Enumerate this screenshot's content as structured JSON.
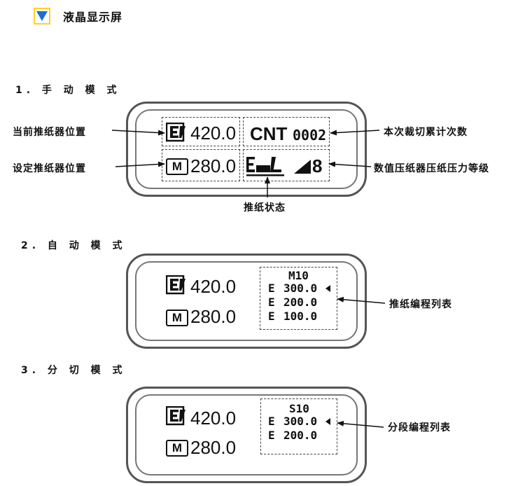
{
  "header": {
    "title": "液晶显示屏",
    "accent": "#1a6fd0",
    "highlight": "#ffd21f"
  },
  "sections": {
    "manual": {
      "title": "1. 手 动 模 式",
      "pusher_position": "420.0",
      "set_position": "280.0",
      "cnt_label": "CNT",
      "cnt_value": "0002",
      "pressure_level": "8",
      "labels": {
        "current_pusher": "当前推纸器位置",
        "set_pusher": "设定推纸器位置",
        "cut_count": "本次裁切累计次数",
        "pressure_level": "数值压纸器压纸压力等级",
        "pusher_state": "推纸状态"
      }
    },
    "auto": {
      "title": "2. 自 动 模 式",
      "pusher_position": "420.0",
      "set_position": "280.0",
      "program": "M10",
      "rows": [
        "300.0",
        "200.0",
        "100.0"
      ],
      "list_label": "推纸编程列表"
    },
    "split": {
      "title": "3. 分 切 模 式",
      "pusher_position": "420.0",
      "set_position": "280.0",
      "program": "S10",
      "rows": [
        "300.0",
        "200.0"
      ],
      "list_label": "分段编程列表"
    }
  },
  "badge_letter": "M",
  "row_prefix": "E",
  "icons": [
    "dropdown-triangle-icon",
    "pusher-position-icon",
    "pusher-state-icon",
    "pressure-level-icon",
    "row-pointer-icon"
  ]
}
